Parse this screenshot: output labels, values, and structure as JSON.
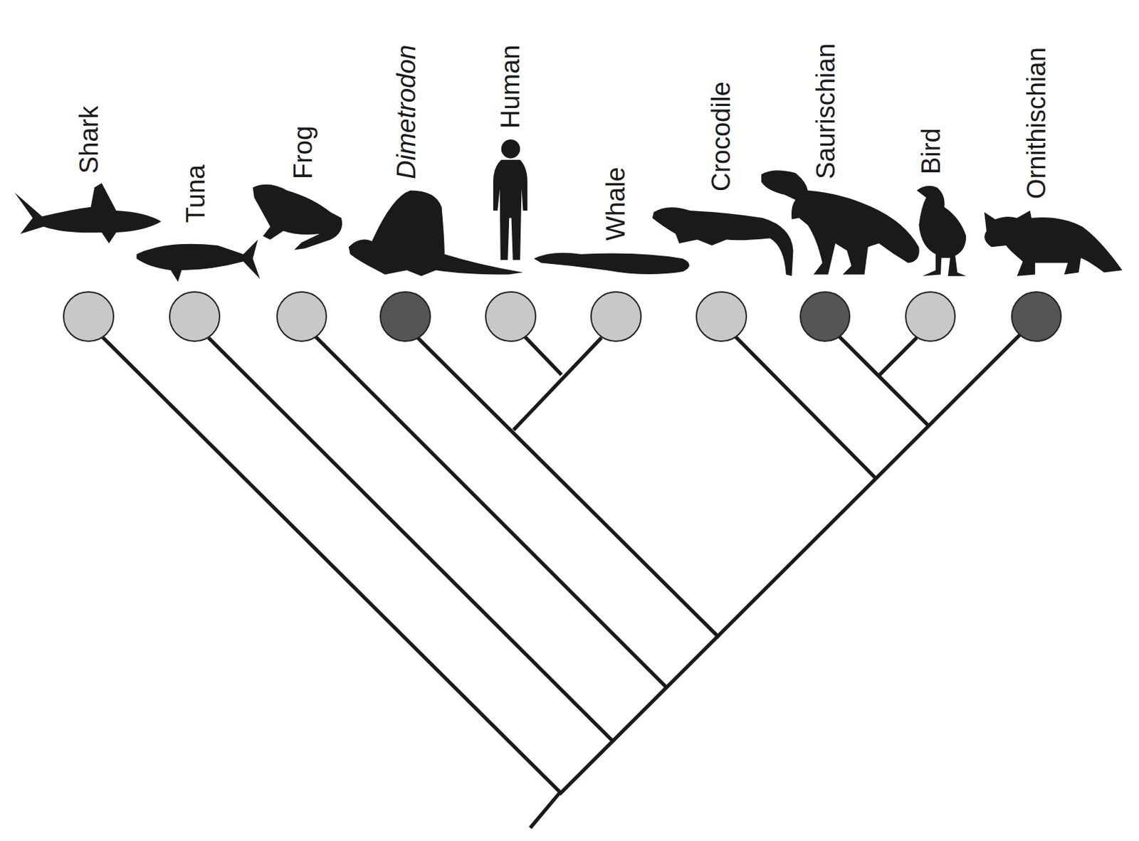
{
  "diagram": {
    "nodes": [
      {
        "text": [
          "Shark"
        ]
      },
      {
        "text": [
          "Tuna"
        ]
      },
      {
        "text": [
          "Frog"
        ]
      },
      {
        "text": [
          "Dimetrodon"
        ]
      },
      {
        "text": [
          "Human"
        ]
      },
      {
        "text": [
          "Whale"
        ]
      },
      {
        "text": [
          "Crocodile"
        ]
      },
      {
        "text": [
          "Saurischian"
        ]
      },
      {
        "text": [
          "Bird"
        ]
      },
      {
        "text": [
          "Ornithischian"
        ]
      }
    ]
  }
}
